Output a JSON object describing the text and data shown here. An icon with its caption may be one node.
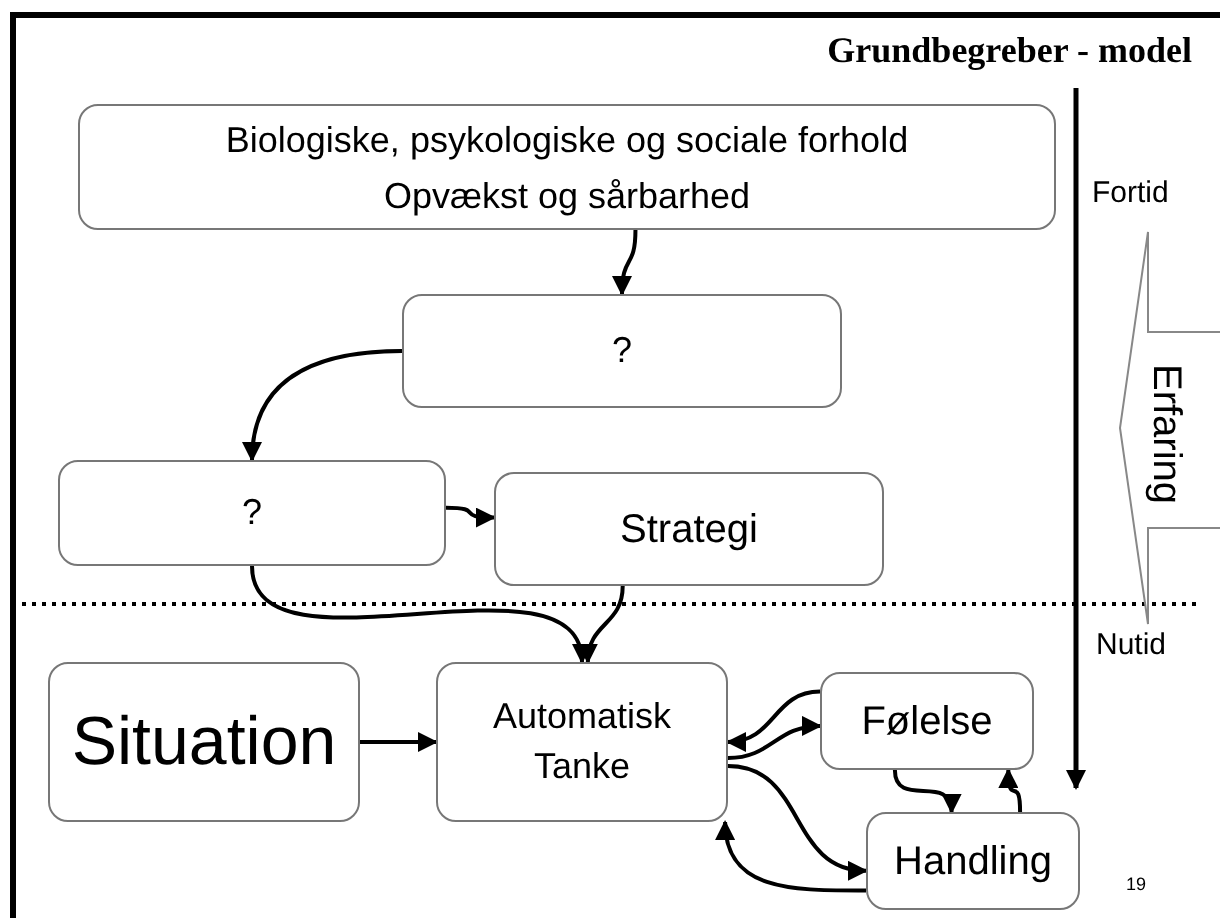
{
  "diagram": {
    "title": "Grundbegreber - model",
    "nodes": [
      {
        "text": [
          "Biologiske, psykologiske og sociale forhold",
          "Opvækst og sårbarhed"
        ]
      },
      {
        "text": [
          "?"
        ]
      },
      {
        "text": [
          "?"
        ]
      },
      {
        "text": [
          "Strategi"
        ]
      },
      {
        "text": [
          "Situation"
        ]
      },
      {
        "text": [
          "Automatisk Tanke"
        ]
      },
      {
        "text": [
          "Følelse"
        ]
      },
      {
        "text": [
          "Handling"
        ]
      }
    ],
    "edges": [
      {
        "from": 0,
        "to": 1,
        "arrow": "to"
      },
      {
        "from": 1,
        "to": 2,
        "arrow": "to"
      },
      {
        "from": 2,
        "to": 3,
        "arrow": "to"
      },
      {
        "from": 2,
        "to": 5,
        "arrow": "to"
      },
      {
        "from": 3,
        "to": 5,
        "arrow": "to"
      },
      {
        "from": 4,
        "to": 5,
        "arrow": "to"
      },
      {
        "from": 6,
        "to": 5,
        "arrow": "to"
      },
      {
        "from": 5,
        "to": 6,
        "arrow": "to"
      },
      {
        "from": 5,
        "to": 7,
        "arrow": "to"
      },
      {
        "from": 7,
        "to": 5,
        "arrow": "to"
      },
      {
        "from": 6,
        "to": 7,
        "arrow": "to"
      },
      {
        "from": 7,
        "to": 6,
        "arrow": "to"
      }
    ],
    "labels": [
      "Fortid",
      "Erfaring",
      "Nutid",
      "19"
    ]
  }
}
